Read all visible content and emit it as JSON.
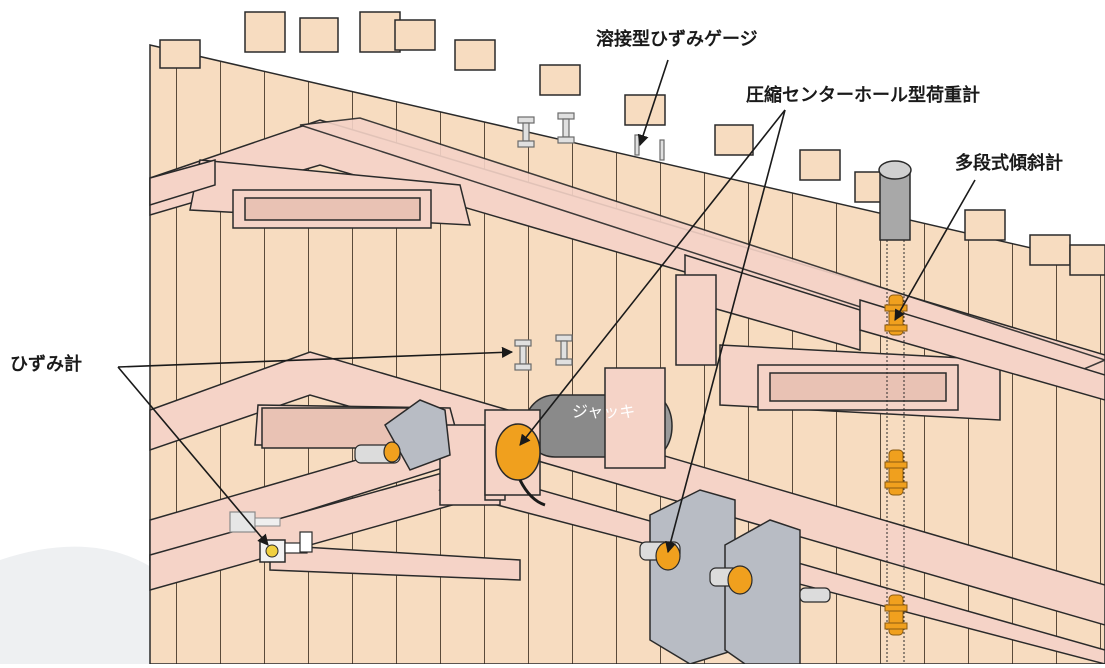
{
  "labels": {
    "welded_strain_gauge": "溶接型ひずみゲージ",
    "center_hole_load_cell": "圧縮センターホール型荷重計",
    "inclinometer": "多段式傾斜計",
    "strain_gauge": "ひずみ計",
    "jack": "ジャッキ"
  },
  "colors": {
    "wall_plank": "#f7dcc0",
    "strut": "#f5d3c7",
    "line": "#2a2a2a",
    "load_cell": "#f0a01e",
    "jack": "#8a8a8a",
    "bracket": "#b8bcc4"
  }
}
